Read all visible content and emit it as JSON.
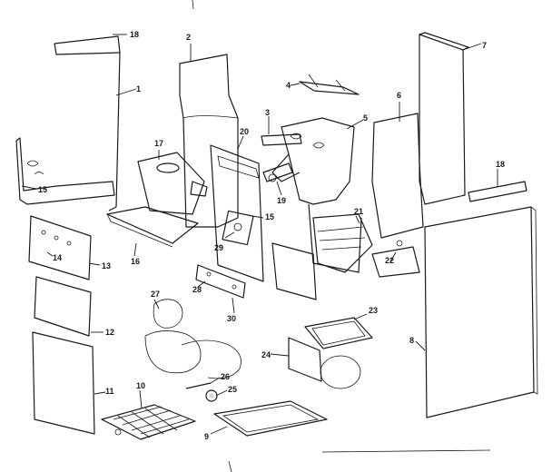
{
  "callouts": [
    {
      "id": "c18a",
      "text": "18"
    },
    {
      "id": "c2",
      "text": "2"
    },
    {
      "id": "c7",
      "text": "7"
    },
    {
      "id": "c1",
      "text": "1"
    },
    {
      "id": "c4",
      "text": "4"
    },
    {
      "id": "c3",
      "text": "3"
    },
    {
      "id": "c5",
      "text": "5"
    },
    {
      "id": "c6",
      "text": "6"
    },
    {
      "id": "c17",
      "text": "17"
    },
    {
      "id": "c20",
      "text": "20"
    },
    {
      "id": "c19",
      "text": "19"
    },
    {
      "id": "c15a",
      "text": "15"
    },
    {
      "id": "c15b",
      "text": "15"
    },
    {
      "id": "c18b",
      "text": "18"
    },
    {
      "id": "c21",
      "text": "21"
    },
    {
      "id": "c14",
      "text": "14"
    },
    {
      "id": "c13",
      "text": "13"
    },
    {
      "id": "c16",
      "text": "16"
    },
    {
      "id": "c29",
      "text": "29"
    },
    {
      "id": "c22",
      "text": "22"
    },
    {
      "id": "c27",
      "text": "27"
    },
    {
      "id": "c28",
      "text": "28"
    },
    {
      "id": "c30",
      "text": "30"
    },
    {
      "id": "c12",
      "text": "12"
    },
    {
      "id": "c23",
      "text": "23"
    },
    {
      "id": "c8",
      "text": "8"
    },
    {
      "id": "c24",
      "text": "24"
    },
    {
      "id": "c11",
      "text": "11"
    },
    {
      "id": "c10",
      "text": "10"
    },
    {
      "id": "c26",
      "text": "26"
    },
    {
      "id": "c25",
      "text": "25"
    },
    {
      "id": "c9",
      "text": "9"
    }
  ]
}
